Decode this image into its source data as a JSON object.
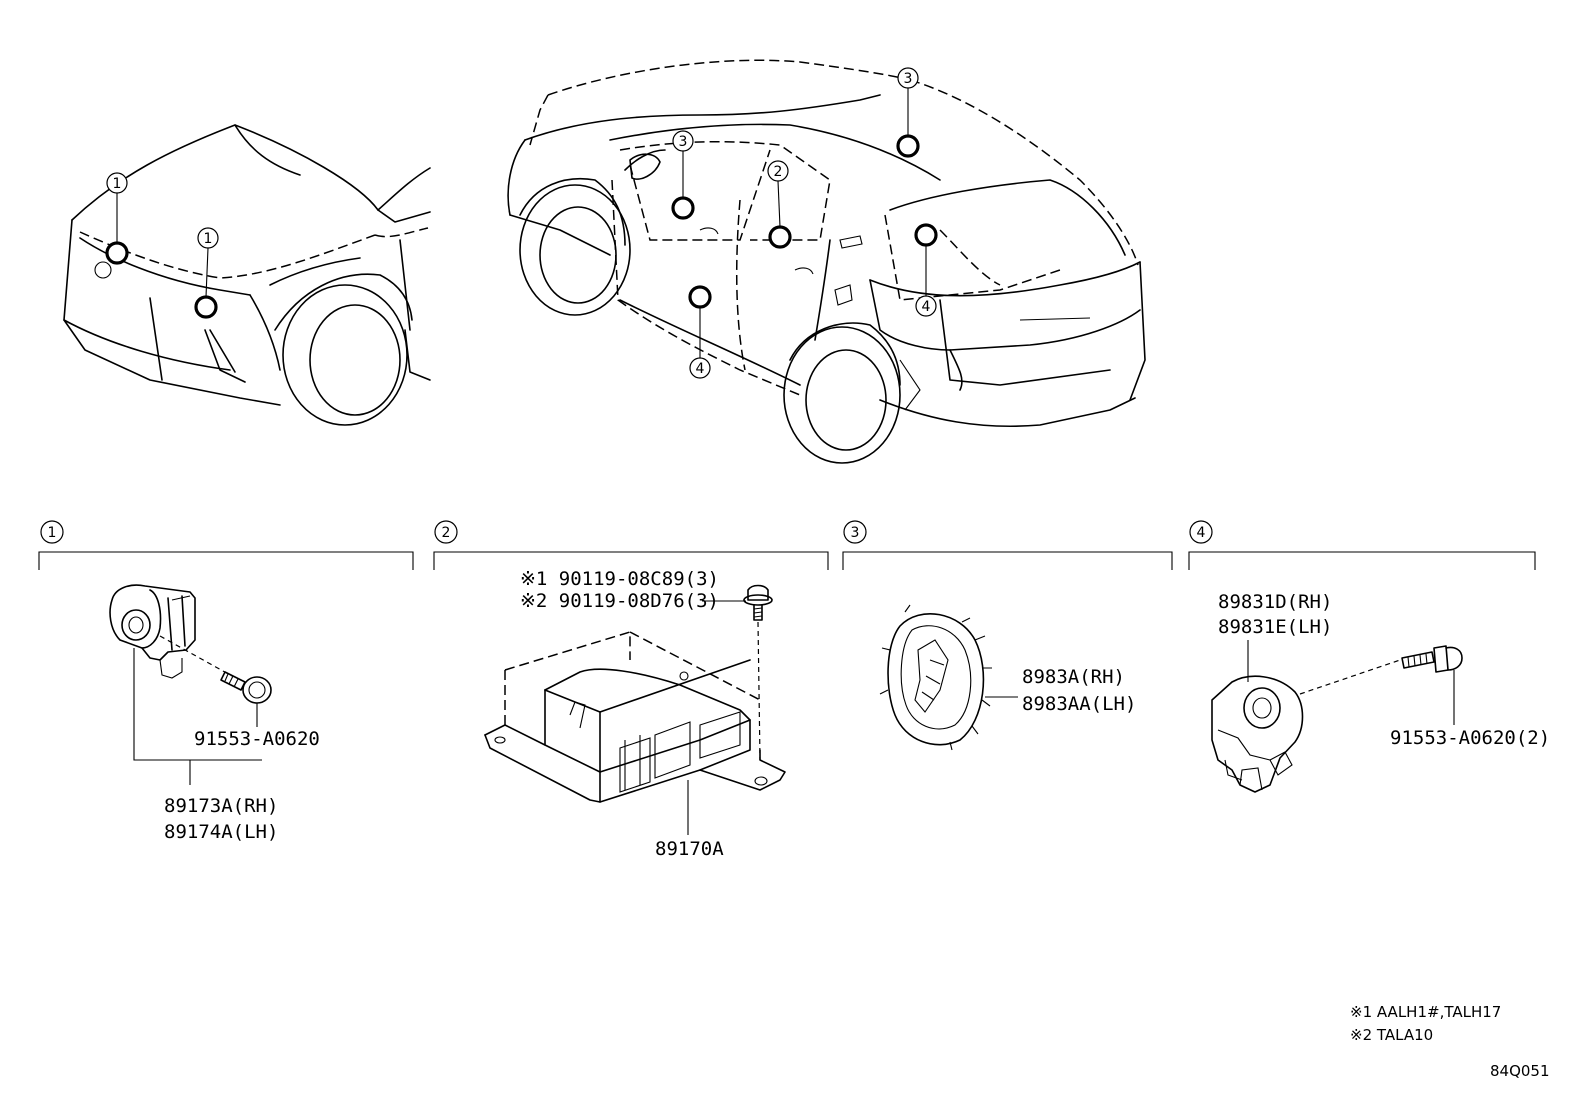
{
  "callouts": {
    "c1": "1",
    "c2": "2",
    "c3": "3",
    "c4": "4"
  },
  "groups": {
    "g1": {
      "number": "1",
      "sensor_rh": "89173A(RH)",
      "sensor_lh": "89174A(LH)",
      "bolt": "91553-A0620"
    },
    "g2": {
      "number": "2",
      "bolt_1": "※1 90119-08C89(3)",
      "bolt_2": "※2 90119-08D76(3)",
      "ecu": "89170A"
    },
    "g3": {
      "number": "3",
      "sensor_rh": "8983A(RH)",
      "sensor_lh": "8983AA(LH)"
    },
    "g4": {
      "number": "4",
      "sensor_rh": "89831D(RH)",
      "sensor_lh": "89831E(LH)",
      "bolt": "91553-A0620(2)"
    }
  },
  "notes": {
    "note_1": "※1 AALH1#,TALH17",
    "note_2": "※2 TALA10"
  },
  "figure_code": "84Q051"
}
